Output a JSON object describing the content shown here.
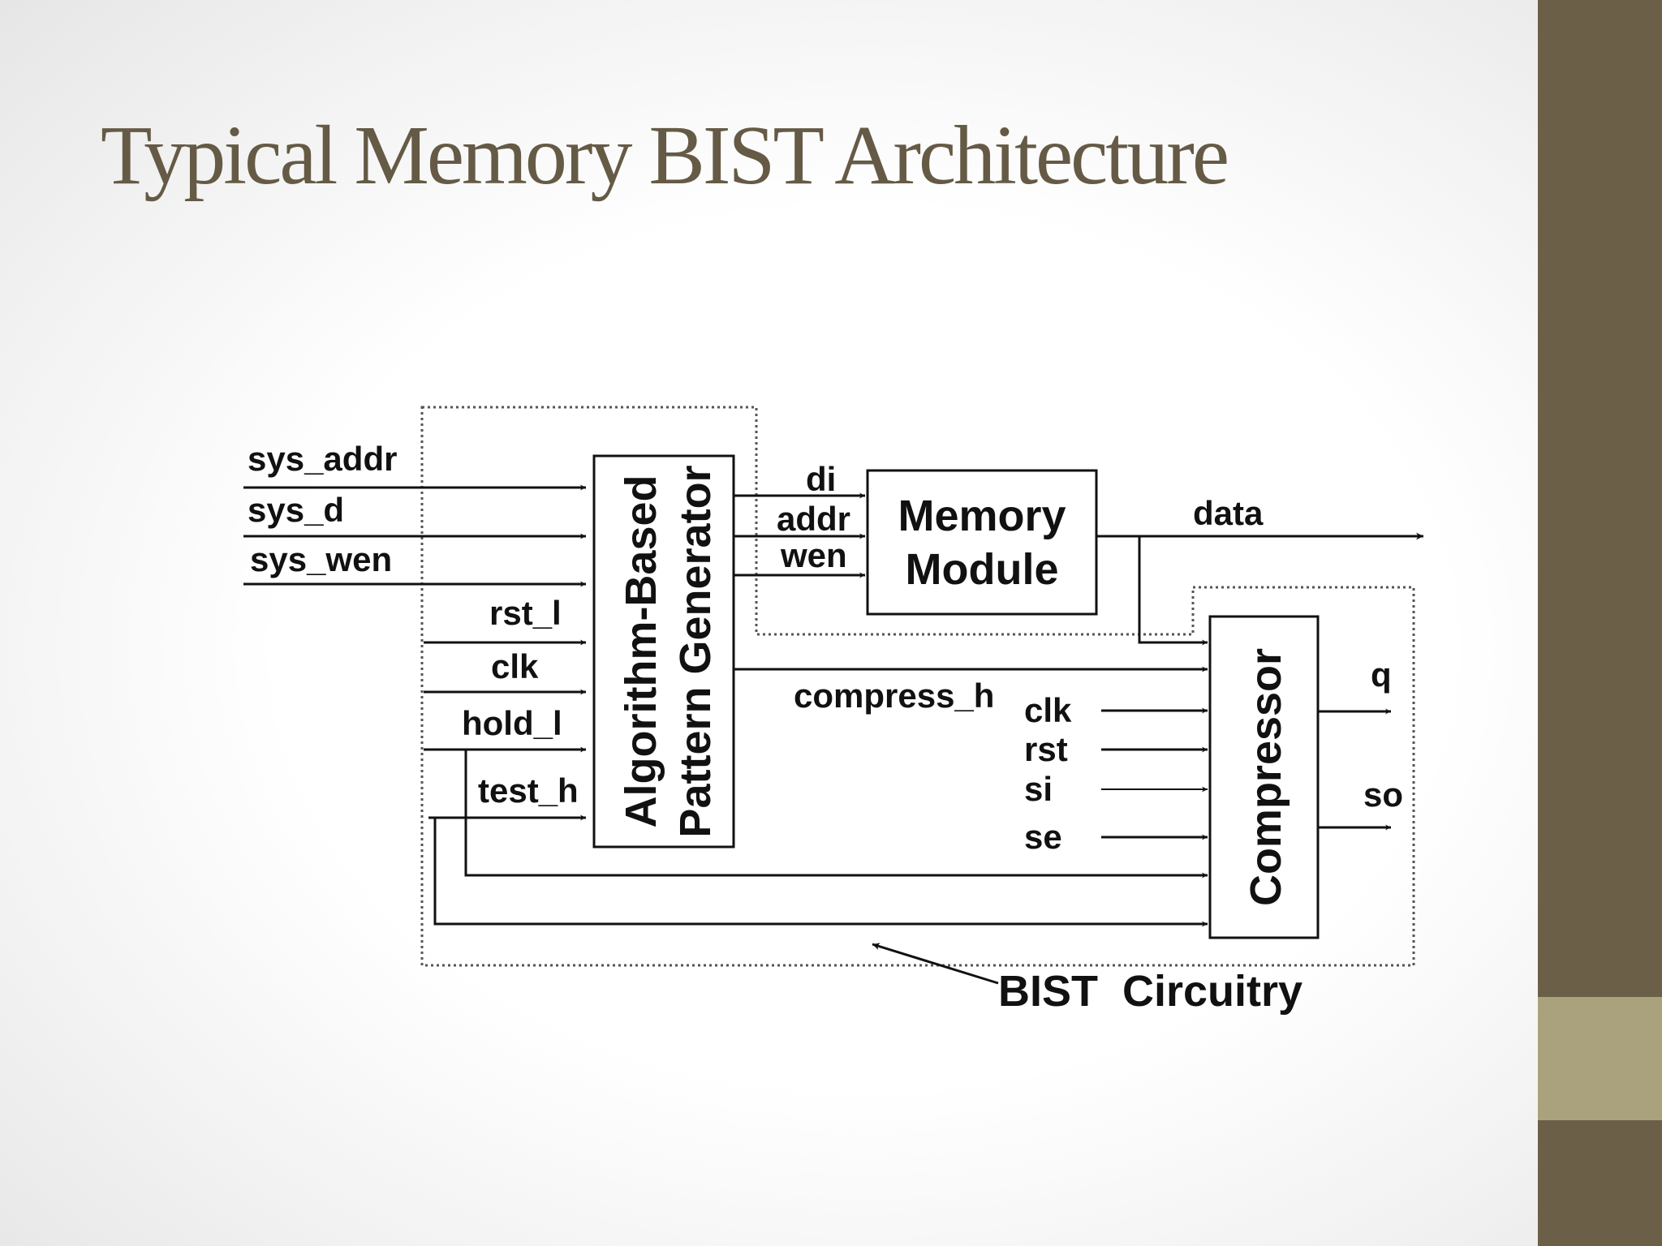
{
  "slide": {
    "title": "Typical Memory BIST Architecture"
  },
  "colors": {
    "title": "#655a45",
    "side_band": "#6b5f48",
    "side_accent": "#a9a27c",
    "ink": "#111111"
  },
  "diagram": {
    "blocks": {
      "generator_line1": "Algorithm-Based",
      "generator_line2": "Pattern Generator",
      "memory_line1": "Memory",
      "memory_line2": "Module",
      "compressor": "Compressor"
    },
    "inputs": {
      "sys_addr": "sys_addr",
      "sys_d": "sys_d",
      "sys_wen": "sys_wen",
      "rst_l": "rst_l",
      "clk": "clk",
      "hold_l": "hold_l",
      "test_h": "test_h"
    },
    "memory_ports": {
      "di": "di",
      "addr": "addr",
      "wen": "wen"
    },
    "memory_output": "data",
    "compressor_inputs": {
      "compress_h": "compress_h",
      "clk": "clk",
      "rst": "rst",
      "si": "si",
      "se": "se"
    },
    "compressor_outputs": {
      "q": "q",
      "so": "so"
    },
    "caption": "BIST  Circuitry"
  }
}
